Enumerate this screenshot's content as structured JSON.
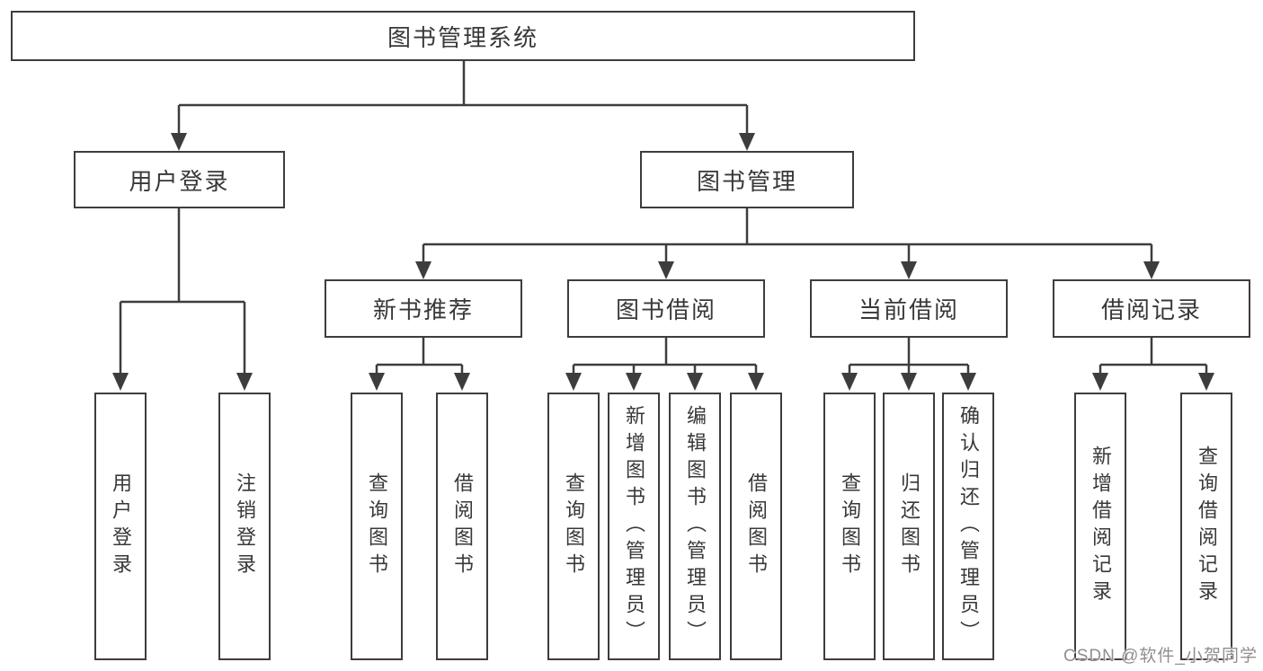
{
  "diagram": {
    "title": "图书管理系统",
    "branches": [
      {
        "label": "用户登录",
        "children": [
          {
            "label": "用户登录"
          },
          {
            "label": "注销登录"
          }
        ]
      },
      {
        "label": "图书管理",
        "modules": [
          {
            "label": "新书推荐",
            "children": [
              {
                "label": "查询图书"
              },
              {
                "label": "借阅图书"
              }
            ]
          },
          {
            "label": "图书借阅",
            "children": [
              {
                "label": "查询图书"
              },
              {
                "label": "新增图书（管理员）"
              },
              {
                "label": "编辑图书（管理员）"
              },
              {
                "label": "借阅图书"
              }
            ]
          },
          {
            "label": "当前借阅",
            "children": [
              {
                "label": "查询图书"
              },
              {
                "label": "归还图书"
              },
              {
                "label": "确认归还（管理员）"
              }
            ]
          },
          {
            "label": "借阅记录",
            "children": [
              {
                "label": "新增借阅记录"
              },
              {
                "label": "查询借阅记录"
              }
            ]
          }
        ]
      }
    ]
  },
  "watermark": {
    "text": "CSDN @软件_小贺同学"
  },
  "colors": {
    "line": "#3d3d3d",
    "box_border": "#3d3d3d",
    "box_background": "#ffffff",
    "page_background": "#ffffff",
    "text": "#383838",
    "watermark": "#8f8f8f"
  }
}
